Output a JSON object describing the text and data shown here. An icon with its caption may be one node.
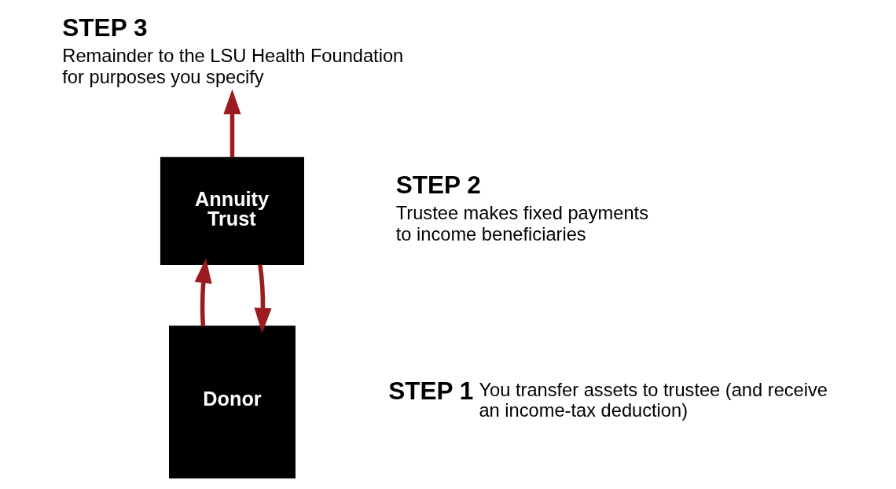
{
  "diagram": {
    "nodes": [
      {
        "text": [
          "Donor"
        ],
        "beside": [
          "STEP 1",
          "You transfer assets to trustee (and receive an income-tax deduction)"
        ]
      },
      {
        "text": [
          "Annuity Trust"
        ],
        "beside": [
          "STEP 2",
          "Trustee makes fixed payments to income beneficiaries"
        ]
      },
      {
        "text": [
          "STEP 3",
          "Remainder to the LSU Health Foundation for purposes you specify"
        ]
      }
    ],
    "edges": [
      {
        "from": 0,
        "to": 1,
        "arrow": "to"
      },
      {
        "from": 1,
        "to": 0,
        "arrow": "to"
      },
      {
        "from": 1,
        "to": 2,
        "arrow": "to"
      }
    ]
  }
}
